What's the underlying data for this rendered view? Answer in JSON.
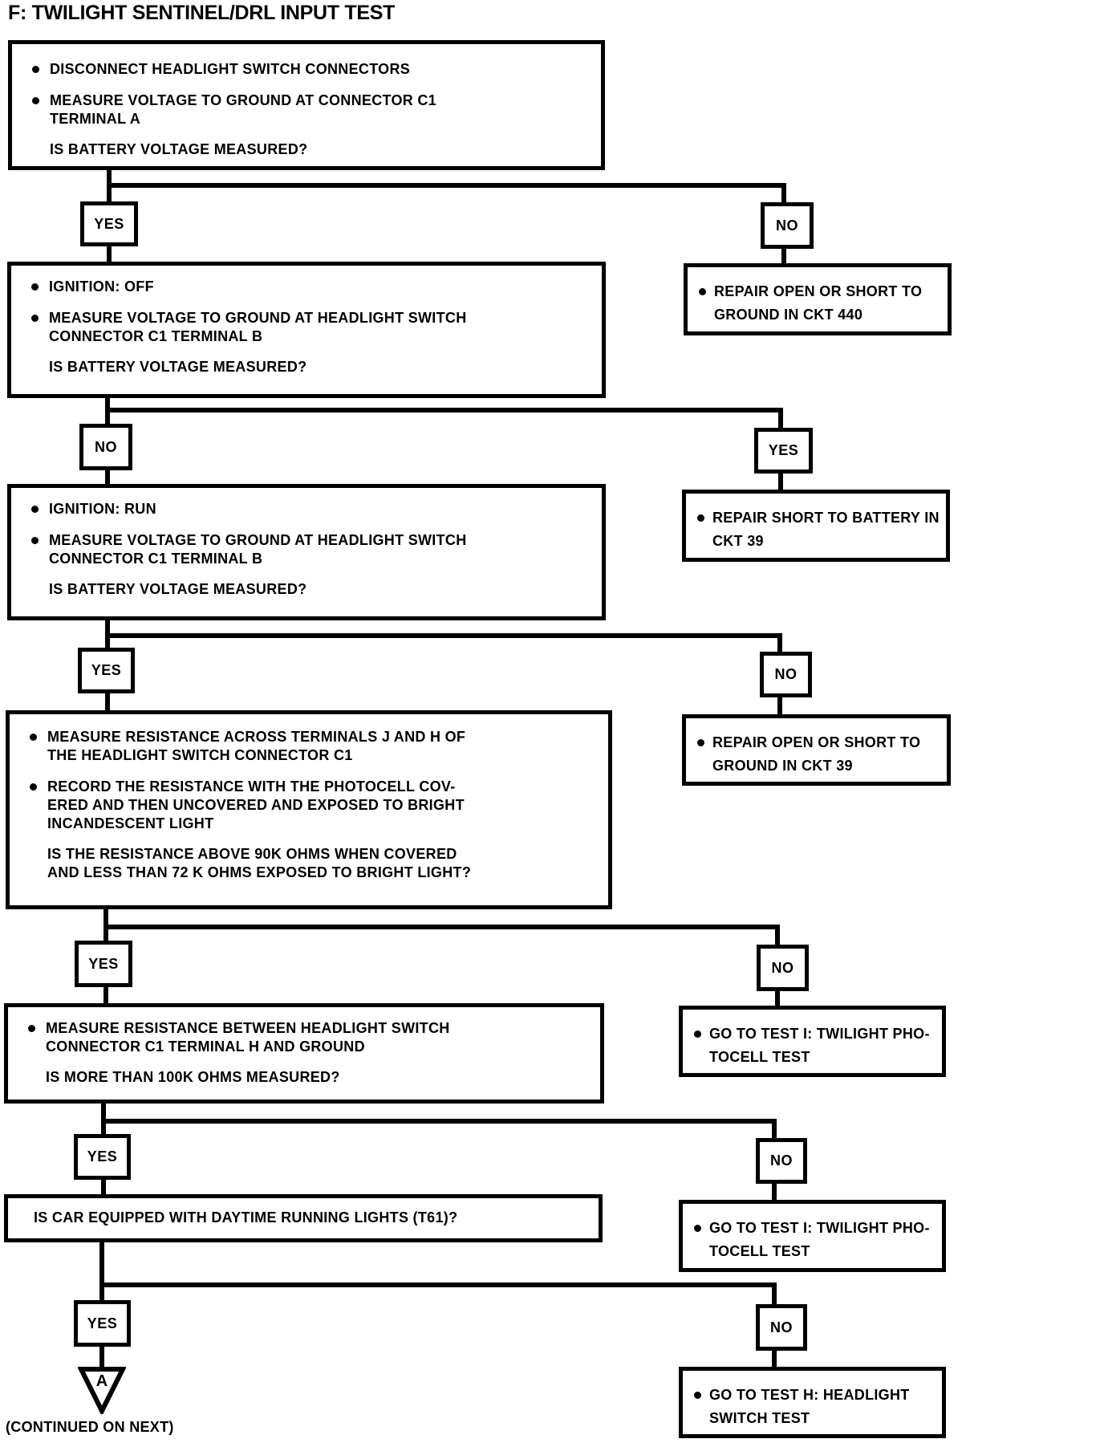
{
  "title": "F: TWILIGHT SENTINEL/DRL INPUT TEST",
  "footer_note": "(CONTINUED ON NEXT)",
  "page_connector": {
    "label": "A"
  },
  "flow": {
    "steps": [
      {
        "box": {
          "bullets": [
            {
              "lines": [
                "DISCONNECT HEADLIGHT SWITCH CONNECTORS"
              ]
            },
            {
              "lines": [
                "MEASURE VOLTAGE TO GROUND AT CONNECTOR C1",
                "TERMINAL A"
              ]
            }
          ],
          "question": {
            "lines": [
              "IS BATTERY VOLTAGE MEASURED?"
            ]
          }
        },
        "left_branch": "YES",
        "right_branch": "NO",
        "result": {
          "lines": [
            "REPAIR OPEN OR SHORT TO",
            "GROUND IN CKT 440"
          ]
        }
      },
      {
        "box": {
          "bullets": [
            {
              "lines": [
                "IGNITION: OFF"
              ]
            },
            {
              "lines": [
                "MEASURE VOLTAGE TO GROUND AT HEADLIGHT SWITCH",
                "CONNECTOR C1 TERMINAL B"
              ]
            }
          ],
          "question": {
            "lines": [
              "IS BATTERY VOLTAGE MEASURED?"
            ]
          }
        },
        "left_branch": "NO",
        "right_branch": "YES",
        "result": {
          "lines": [
            "REPAIR SHORT TO BATTERY IN",
            "CKT 39"
          ]
        }
      },
      {
        "box": {
          "bullets": [
            {
              "lines": [
                "IGNITION: RUN"
              ]
            },
            {
              "lines": [
                "MEASURE VOLTAGE TO GROUND AT HEADLIGHT SWITCH",
                "CONNECTOR C1 TERMINAL B"
              ]
            }
          ],
          "question": {
            "lines": [
              "IS BATTERY VOLTAGE MEASURED?"
            ]
          }
        },
        "left_branch": "YES",
        "right_branch": "NO",
        "result": {
          "lines": [
            "REPAIR OPEN OR SHORT TO",
            "GROUND IN CKT 39"
          ]
        }
      },
      {
        "box": {
          "bullets": [
            {
              "lines": [
                "MEASURE RESISTANCE ACROSS TERMINALS J AND H OF",
                "THE HEADLIGHT SWITCH CONNECTOR C1"
              ]
            },
            {
              "lines": [
                "RECORD THE RESISTANCE WITH THE PHOTOCELL COV-",
                "ERED AND THEN UNCOVERED AND EXPOSED TO BRIGHT",
                "INCANDESCENT LIGHT"
              ]
            }
          ],
          "question": {
            "lines": [
              "IS THE RESISTANCE ABOVE 90K OHMS WHEN COVERED",
              "AND LESS THAN 72 K OHMS EXPOSED TO BRIGHT LIGHT?"
            ]
          }
        },
        "left_branch": "YES",
        "right_branch": "NO",
        "result": {
          "lines": [
            "GO TO TEST I: TWILIGHT PHO-",
            "TOCELL TEST"
          ]
        }
      },
      {
        "box": {
          "bullets": [
            {
              "lines": [
                "MEASURE RESISTANCE BETWEEN HEADLIGHT SWITCH",
                "CONNECTOR C1 TERMINAL H AND GROUND"
              ]
            }
          ],
          "question": {
            "lines": [
              "IS MORE THAN 100K OHMS MEASURED?"
            ]
          }
        },
        "left_branch": "YES",
        "right_branch": "NO",
        "result": {
          "lines": [
            "GO TO TEST I: TWILIGHT PHO-",
            "TOCELL TEST"
          ]
        }
      },
      {
        "box": {
          "bullets": [],
          "question": {
            "lines": [
              "IS CAR EQUIPPED WITH DAYTIME RUNNING LIGHTS (T61)?"
            ]
          }
        },
        "left_branch": "YES",
        "right_branch": "NO",
        "result": {
          "lines": [
            "GO TO TEST H: HEADLIGHT",
            "SWITCH TEST"
          ]
        }
      }
    ]
  }
}
